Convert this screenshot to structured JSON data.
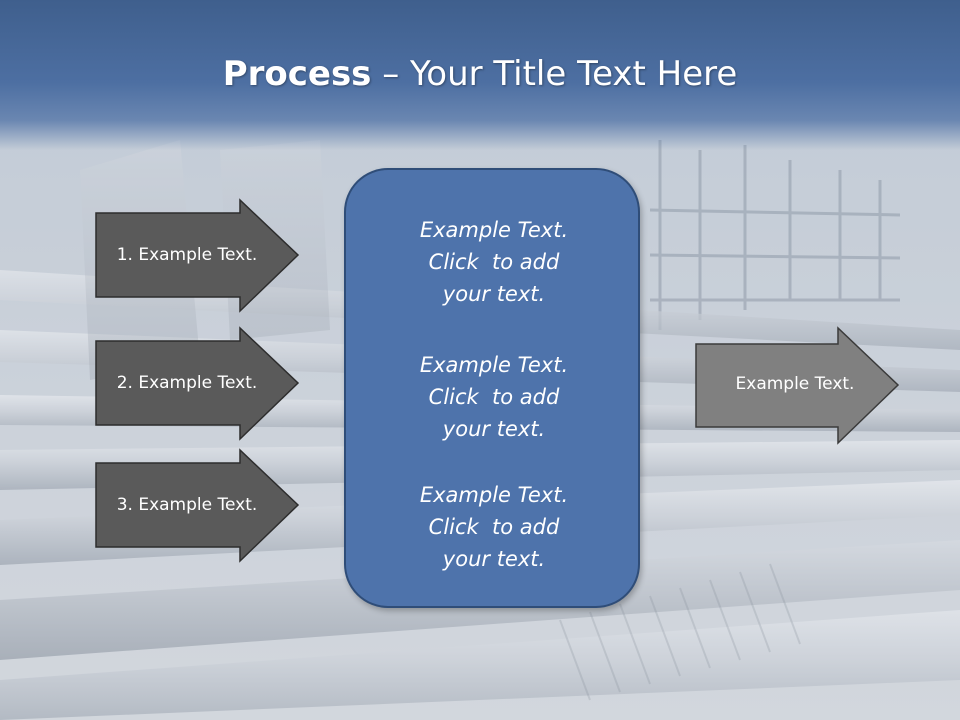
{
  "slide": {
    "title_bold": "Process",
    "title_rest": " – Your Title Text Here"
  },
  "left_arrows": [
    {
      "label": "1. Example Text."
    },
    {
      "label": "2. Example Text."
    },
    {
      "label": "3. Example Text."
    }
  ],
  "center_box": {
    "blocks": [
      {
        "line1": "Example Text.",
        "line2": "Click  to add",
        "line3": "your text."
      },
      {
        "line1": "Example Text.",
        "line2": "Click  to add",
        "line3": "your text."
      },
      {
        "line1": "Example Text.",
        "line2": "Click  to add",
        "line3": "your text."
      }
    ]
  },
  "right_arrow": {
    "label": "Example Text."
  },
  "colors": {
    "title_band": "#4d6fa2",
    "dark_arrow": "#5a5a5a",
    "light_arrow": "#808080",
    "center_box": "#4e73ab"
  }
}
